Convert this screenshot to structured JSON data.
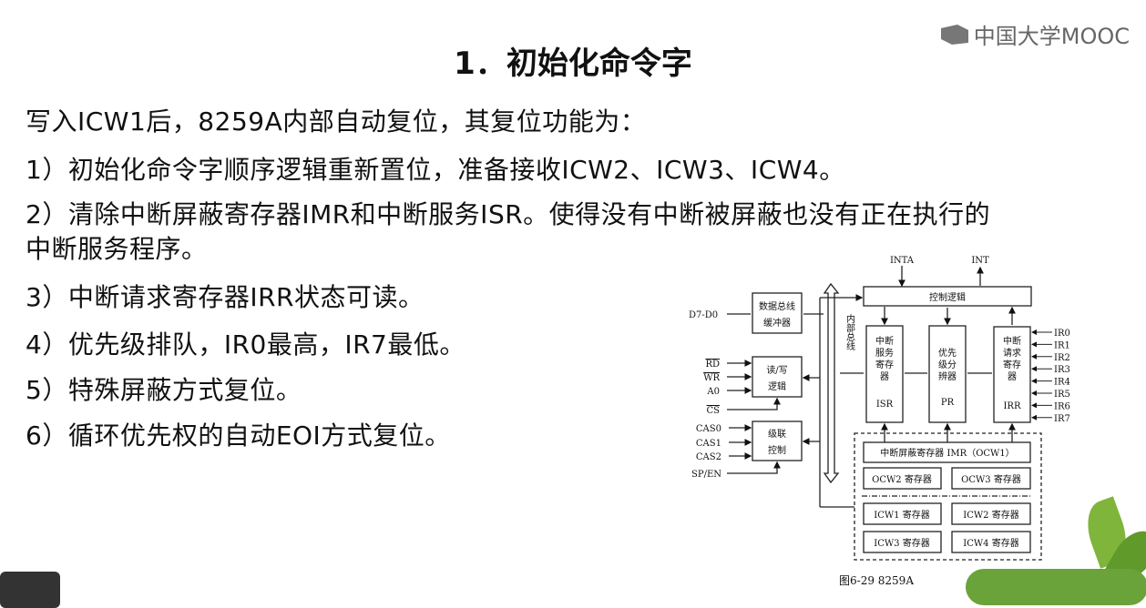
{
  "logo": {
    "text": "中国大学MOOC"
  },
  "title": "1．初始化命令字",
  "lines": [
    "写入ICW1后，8259A内部自动复位，其复位功能为：",
    "1）初始化命令字顺序逻辑重新置位，准备接收ICW2、ICW3、ICW4。",
    "2）清除中断屏蔽寄存器IMR和中断服务ISR。使得没有中断被屏蔽也没有正在执行的",
    "中断服务程序。",
    "3）中断请求寄存器IRR状态可读。",
    "4）优先级排队，IR0最高，IR7最低。",
    "5）特殊屏蔽方式复位。",
    "6）循环优先权的自动EOI方式复位。"
  ],
  "diagram": {
    "inta": "INTA",
    "int": "INT",
    "control": "控制逻辑",
    "data_buffer": [
      "数据总线",
      "缓冲器"
    ],
    "d7d0": "D7-D0",
    "rw": [
      "读/写",
      "逻辑"
    ],
    "rw_inputs": [
      "RD",
      "WR",
      "A0",
      "CS"
    ],
    "cascade": [
      "级联",
      "控制"
    ],
    "cas": [
      "CAS0",
      "CAS1",
      "CAS2",
      "SP/EN"
    ],
    "bus": "内部总线",
    "isr": [
      "中断",
      "服务",
      "寄存",
      "器",
      "ISR"
    ],
    "pr": [
      "优先",
      "级分",
      "辨器",
      "PR"
    ],
    "irr": [
      "中断",
      "请求",
      "寄存",
      "器",
      "IRR"
    ],
    "ir": [
      "IR0",
      "IR1",
      "IR2",
      "IR3",
      "IR4",
      "IR5",
      "IR6",
      "IR7"
    ],
    "imr": "中断屏蔽寄存器 IMR（OCW1）",
    "regs": [
      "OCW2 寄存器",
      "OCW3 寄存器",
      "ICW1 寄存器",
      "ICW2 寄存器",
      "ICW3 寄存器",
      "ICW4 寄存器"
    ],
    "caption": "图6-29  8259A"
  }
}
